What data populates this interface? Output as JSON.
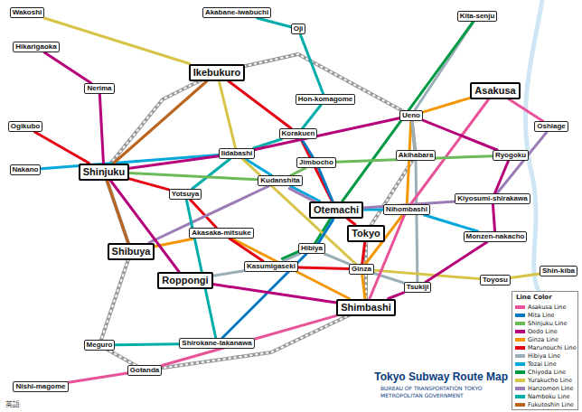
{
  "diagram": {
    "title": "Tokyo Subway Route Map",
    "nodes": [
      {
        "text": [
          "Wakoshi"
        ]
      },
      {
        "text": [
          "Akabane-iwabuchi"
        ]
      },
      {
        "text": [
          "Oji"
        ]
      },
      {
        "text": [
          "Kita-senju"
        ]
      },
      {
        "text": [
          "Hikarigaoka"
        ]
      },
      {
        "text": [
          "Nerima"
        ]
      },
      {
        "text": [
          "Ikebukuro"
        ]
      },
      {
        "text": [
          "Hon-komagome"
        ]
      },
      {
        "text": [
          "Asakusa"
        ]
      },
      {
        "text": [
          "Ueno"
        ]
      },
      {
        "text": [
          "Oshiage"
        ]
      },
      {
        "text": [
          "Ogikubo"
        ]
      },
      {
        "text": [
          "Korakuen"
        ]
      },
      {
        "text": [
          "Iidabashi"
        ]
      },
      {
        "text": [
          "Jimbocho"
        ]
      },
      {
        "text": [
          "Akihabara"
        ]
      },
      {
        "text": [
          "Ryogoku"
        ]
      },
      {
        "text": [
          "Nakano"
        ]
      },
      {
        "text": [
          "Shinjuku"
        ]
      },
      {
        "text": [
          "Kudanshita"
        ]
      },
      {
        "text": [
          "Yotsuya"
        ]
      },
      {
        "text": [
          "Otemachi"
        ]
      },
      {
        "text": [
          "Nihombashi"
        ]
      },
      {
        "text": [
          "Kiyosumi-shirakawa"
        ]
      },
      {
        "text": [
          "Tokyo"
        ]
      },
      {
        "text": [
          "Akasaka-mitsuke"
        ]
      },
      {
        "text": [
          "Monzen-nakacho"
        ]
      },
      {
        "text": [
          "Hibiya"
        ]
      },
      {
        "text": [
          "Shibuya"
        ]
      },
      {
        "text": [
          "Kasumigaseki"
        ]
      },
      {
        "text": [
          "Ginza"
        ]
      },
      {
        "text": [
          "Roppongi"
        ]
      },
      {
        "text": [
          "Toyosu"
        ]
      },
      {
        "text": [
          "Shin-kiba"
        ]
      },
      {
        "text": [
          "Tsukiji"
        ]
      },
      {
        "text": [
          "Shimbashi"
        ]
      },
      {
        "text": [
          "Shirokane-takanawa"
        ]
      },
      {
        "text": [
          "Meguro"
        ]
      },
      {
        "text": [
          "Gotanda"
        ]
      },
      {
        "text": [
          "Nishi-magome"
        ]
      }
    ],
    "edges": [
      {
        "from": 28,
        "to": 25,
        "arrow": "none"
      },
      {
        "from": 25,
        "to": 35,
        "arrow": "none"
      },
      {
        "from": 35,
        "to": 30,
        "arrow": "none"
      },
      {
        "from": 30,
        "to": 22,
        "arrow": "none"
      },
      {
        "from": 22,
        "to": 9,
        "arrow": "none"
      },
      {
        "from": 9,
        "to": 8,
        "arrow": "none"
      },
      {
        "from": 11,
        "to": 18,
        "arrow": "none"
      },
      {
        "from": 18,
        "to": 20,
        "arrow": "none"
      },
      {
        "from": 20,
        "to": 25,
        "arrow": "none"
      },
      {
        "from": 25,
        "to": 29,
        "arrow": "none"
      },
      {
        "from": 29,
        "to": 30,
        "arrow": "none"
      },
      {
        "from": 30,
        "to": 24,
        "arrow": "none"
      },
      {
        "from": 24,
        "to": 21,
        "arrow": "none"
      },
      {
        "from": 21,
        "to": 12,
        "arrow": "none"
      },
      {
        "from": 12,
        "to": 6,
        "arrow": "none"
      },
      {
        "from": 31,
        "to": 29,
        "arrow": "none"
      },
      {
        "from": 29,
        "to": 27,
        "arrow": "none"
      },
      {
        "from": 27,
        "to": 30,
        "arrow": "none"
      },
      {
        "from": 30,
        "to": 34,
        "arrow": "none"
      },
      {
        "from": 34,
        "to": 15,
        "arrow": "none"
      },
      {
        "from": 15,
        "to": 9,
        "arrow": "none"
      },
      {
        "from": 9,
        "to": 3,
        "arrow": "none"
      },
      {
        "from": 17,
        "to": 13,
        "arrow": "none"
      },
      {
        "from": 13,
        "to": 19,
        "arrow": "none"
      },
      {
        "from": 19,
        "to": 21,
        "arrow": "none"
      },
      {
        "from": 21,
        "to": 22,
        "arrow": "none"
      },
      {
        "from": 22,
        "to": 26,
        "arrow": "none"
      },
      {
        "from": 3,
        "to": 21,
        "arrow": "none"
      },
      {
        "from": 21,
        "to": 27,
        "arrow": "none"
      },
      {
        "from": 27,
        "to": 29,
        "arrow": "none"
      },
      {
        "from": 0,
        "to": 6,
        "arrow": "none"
      },
      {
        "from": 6,
        "to": 13,
        "arrow": "none"
      },
      {
        "from": 13,
        "to": 30,
        "arrow": "none"
      },
      {
        "from": 30,
        "to": 32,
        "arrow": "none"
      },
      {
        "from": 32,
        "to": 33,
        "arrow": "none"
      },
      {
        "from": 28,
        "to": 19,
        "arrow": "none"
      },
      {
        "from": 19,
        "to": 21,
        "arrow": "none"
      },
      {
        "from": 21,
        "to": 23,
        "arrow": "none"
      },
      {
        "from": 23,
        "to": 10,
        "arrow": "none"
      },
      {
        "from": 37,
        "to": 36,
        "arrow": "none"
      },
      {
        "from": 36,
        "to": 20,
        "arrow": "none"
      },
      {
        "from": 20,
        "to": 13,
        "arrow": "none"
      },
      {
        "from": 13,
        "to": 12,
        "arrow": "none"
      },
      {
        "from": 12,
        "to": 7,
        "arrow": "none"
      },
      {
        "from": 7,
        "to": 2,
        "arrow": "none"
      },
      {
        "from": 2,
        "to": 1,
        "arrow": "none"
      },
      {
        "from": 6,
        "to": 18,
        "arrow": "none"
      },
      {
        "from": 18,
        "to": 28,
        "arrow": "none"
      },
      {
        "from": 39,
        "to": 38,
        "arrow": "none"
      },
      {
        "from": 38,
        "to": 35,
        "arrow": "none"
      },
      {
        "from": 35,
        "to": 22,
        "arrow": "none"
      },
      {
        "from": 22,
        "to": 8,
        "arrow": "none"
      },
      {
        "from": 8,
        "to": 10,
        "arrow": "none"
      },
      {
        "from": 36,
        "to": 27,
        "arrow": "none"
      },
      {
        "from": 27,
        "to": 21,
        "arrow": "none"
      },
      {
        "from": 21,
        "to": 14,
        "arrow": "none"
      },
      {
        "from": 14,
        "to": 12,
        "arrow": "none"
      },
      {
        "from": 18,
        "to": 19,
        "arrow": "none"
      },
      {
        "from": 19,
        "to": 14,
        "arrow": "none"
      },
      {
        "from": 14,
        "to": 16,
        "arrow": "none"
      },
      {
        "from": 4,
        "to": 5,
        "arrow": "none"
      },
      {
        "from": 5,
        "to": 18,
        "arrow": "none"
      },
      {
        "from": 18,
        "to": 13,
        "arrow": "none"
      },
      {
        "from": 13,
        "to": 9,
        "arrow": "none"
      },
      {
        "from": 9,
        "to": 16,
        "arrow": "none"
      },
      {
        "from": 16,
        "to": 23,
        "arrow": "none"
      },
      {
        "from": 23,
        "to": 26,
        "arrow": "none"
      },
      {
        "from": 26,
        "to": 34,
        "arrow": "none"
      },
      {
        "from": 34,
        "to": 35,
        "arrow": "none"
      },
      {
        "from": 35,
        "to": 31,
        "arrow": "none"
      },
      {
        "from": 31,
        "to": 18,
        "arrow": "none"
      }
    ],
    "labels": [
      "Line Color",
      "BUREAU OF TRANSPORTATION TOKYO METROPOLITAN GOVERNMENT",
      "英語"
    ],
    "legend": [
      {
        "text": "Asakusa Line",
        "color": "#e85298"
      },
      {
        "text": "Mita Line",
        "color": "#0079c2"
      },
      {
        "text": "Shinjuku Line",
        "color": "#6cbb5a"
      },
      {
        "text": "Oedo Line",
        "color": "#b6007a"
      },
      {
        "text": "Ginza Line",
        "color": "#f39700"
      },
      {
        "text": "Marunouchi Line",
        "color": "#e60012"
      },
      {
        "text": "Hibiya Line",
        "color": "#9caeb7"
      },
      {
        "text": "Tozai Line",
        "color": "#00a7db"
      },
      {
        "text": "Chiyoda Line",
        "color": "#009944"
      },
      {
        "text": "Yurakucho Line",
        "color": "#d7c447"
      },
      {
        "text": "Hanzomon Line",
        "color": "#9b7cb6"
      },
      {
        "text": "Namboku Line",
        "color": "#00ada9"
      },
      {
        "text": "Fukutoshin Line",
        "color": "#bb641d"
      }
    ]
  }
}
